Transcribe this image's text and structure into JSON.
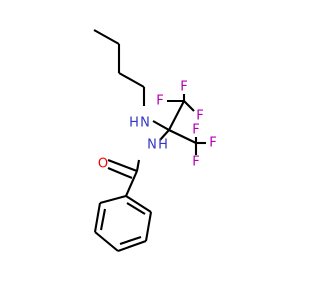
{
  "colors": {
    "bond": "#000000",
    "N": "#3333CC",
    "O": "#FF0000",
    "F": "#B300B3",
    "background": "#FFFFFF"
  },
  "atoms": {
    "N_amine": {
      "text": "N",
      "h": "H",
      "el": "N"
    },
    "N_amide": {
      "text": "N",
      "h": "H",
      "el": "N"
    },
    "O": {
      "text": "O",
      "el": "O"
    },
    "F1": {
      "text": "F",
      "el": "F"
    },
    "F2": {
      "text": "F",
      "el": "F"
    },
    "F3": {
      "text": "F",
      "el": "F"
    },
    "F4": {
      "text": "F",
      "el": "F"
    },
    "F5": {
      "text": "F",
      "el": "F"
    },
    "F6": {
      "text": "F",
      "el": "F"
    }
  }
}
